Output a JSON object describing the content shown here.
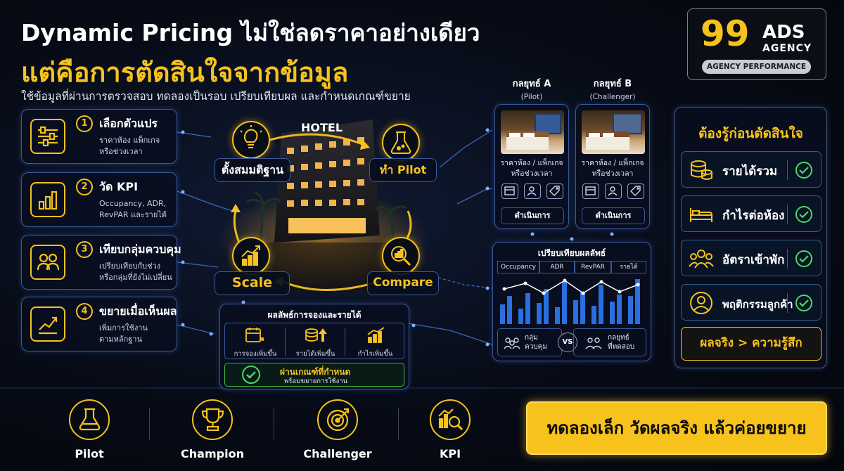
{
  "header": {
    "title_line1": "Dynamic Pricing ไม่ใช่ลดราคาอย่างเดียว",
    "title_line2": "แต่คือการตัดสินใจจากข้อมูล",
    "subtitle": "ใช้ข้อมูลที่ผ่านการตรวจสอบ ทดลองเป็นรอบ เปรียบเทียบผล และกำหนดเกณฑ์ขยาย"
  },
  "logo": {
    "number": "99",
    "name": "ADS",
    "sub": "AGENCY",
    "tagline": "AGENCY PERFORMANCE"
  },
  "steps": [
    {
      "num": "1",
      "title": "เลือกตัวแปร",
      "desc1": "ราคาห้อง แพ็กเกจ",
      "desc2": "หรือช่วงเวลา",
      "icon": "sliders-icon"
    },
    {
      "num": "2",
      "title": "วัด KPI",
      "desc1": "Occupancy, ADR,",
      "desc2": "RevPAR และรายได้",
      "icon": "bar-chart-icon"
    },
    {
      "num": "3",
      "title": "เทียบกลุ่มควบคุม",
      "desc1": "เปรียบเทียบกับช่วง",
      "desc2": "หรือกลุ่มที่ยังไม่เปลี่ยน",
      "icon": "users-icon"
    },
    {
      "num": "4",
      "title": "ขยายเมื่อเห็นผล",
      "desc1": "เพิ่มการใช้งาน",
      "desc2": "ตามหลักฐาน",
      "icon": "trend-up-icon"
    }
  ],
  "cycle": {
    "hotel_sign": "HOTEL",
    "assume": "ตั้งสมมติฐาน",
    "pilot": "ทำ Pilot",
    "scale": "Scale",
    "compare": "Compare"
  },
  "results": {
    "title": "ผลลัพธ์การจองและรายได้",
    "items": [
      "การจองเพิ่มขึ้น",
      "รายได้เพิ่มขึ้น",
      "กำไรเพิ่มขึ้น"
    ],
    "pass_title": "ผ่านเกณฑ์ที่กำหนด",
    "pass_sub": "พร้อมขยายการใช้งาน"
  },
  "strategies": [
    {
      "name": "กลยุทธ์ A",
      "role": "(Pilot)",
      "desc1": "ราคาห้อง / แพ็กเกจ",
      "desc2": "หรือช่วงเวลา",
      "action": "ดำเนินการ"
    },
    {
      "name": "กลยุทธ์ B",
      "role": "(Challenger)",
      "desc1": "ราคาห้อง / แพ็กเกจ",
      "desc2": "หรือช่วงเวลา",
      "action": "ดำเนินการ"
    }
  ],
  "compare": {
    "title": "เปรียบเทียบผลลัพธ์",
    "columns": [
      "Occupancy",
      "ADR",
      "RevPAR",
      "รายได้"
    ],
    "group_control1": "กลุ่ม",
    "group_control2": "ควบคุม",
    "vs": "VS",
    "group_test1": "กลยุทธ์",
    "group_test2": "ที่ทดสอบ"
  },
  "checklist": {
    "title": "ต้องรู้ก่อนตัดสินใจ",
    "items": [
      {
        "label": "รายได้รวม",
        "icon": "coins-icon"
      },
      {
        "label": "กำไรต่อห้อง",
        "icon": "bed-icon"
      },
      {
        "label": "อัตราเข้าพัก",
        "icon": "group-icon"
      },
      {
        "label": "พฤติกรรมลูกค้า",
        "icon": "customer-icon"
      }
    ],
    "footer": "ผลจริง > ความรู้สึก"
  },
  "footer": {
    "items": [
      {
        "label": "Pilot",
        "icon": "flask-icon"
      },
      {
        "label": "Champion",
        "icon": "trophy-icon"
      },
      {
        "label": "Challenger",
        "icon": "target-icon"
      },
      {
        "label": "KPI",
        "icon": "kpi-search-icon"
      }
    ],
    "cta": "ทดลองเล็ก วัดผลจริง แล้วค่อยขยาย"
  },
  "colors": {
    "accent": "#f7c21c",
    "panel_border": "#3a5a9a",
    "background": "#05080f",
    "check_green": "#4cd964",
    "bar_blue": "#2a6fe0"
  }
}
